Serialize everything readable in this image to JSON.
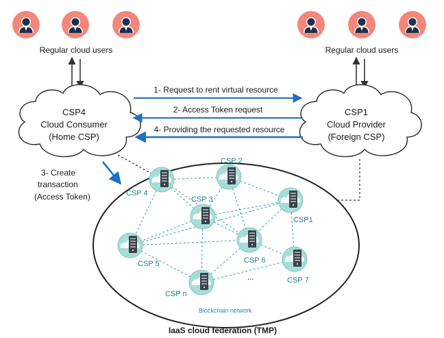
{
  "users_left": {
    "label": "Regular cloud users",
    "count": 3
  },
  "users_right": {
    "label": "Regular cloud users",
    "count": 3
  },
  "csp4": {
    "line1": "CSP4",
    "line2": "Cloud Consumer",
    "line3": "(Home CSP)"
  },
  "csp1": {
    "line1": "CSP1",
    "line2": "Cloud Provider",
    "line3": "(Foreign CSP)"
  },
  "arrows": {
    "a1": "1- Request  to rent virtual resource",
    "a2": "2- Access Token request",
    "a4": "4- Providing the requested resource",
    "a3_line1": "3- Create",
    "a3_line2": "transaction",
    "a3_line3": "(Access Token)"
  },
  "network": {
    "nodes": {
      "csp2": "CSP 2",
      "csp4": "CSP 4",
      "csp3": "CSP 3",
      "csp1": "CSP1",
      "csp5": "CSP 5",
      "csp6": "CSP 6",
      "csp7": "CSP 7",
      "cspn": "CSP n"
    },
    "ellipsis": "...",
    "label": "Blockchain network",
    "caption": "IaaS cloud federation (TMP)"
  },
  "colors": {
    "user_circle": "#f4877a",
    "user_icon": "#1e2f4d",
    "node_circle": "#9ed9d4",
    "server": "#3b4149",
    "blue_arrow": "#1f6fc4",
    "dashed_net": "#2aa0a8",
    "text": "#1a1a1a"
  }
}
